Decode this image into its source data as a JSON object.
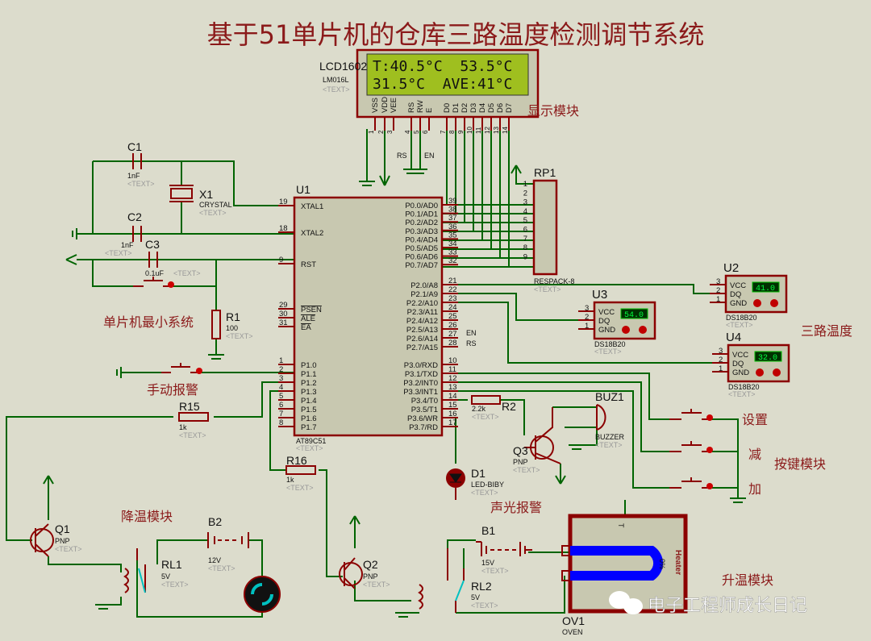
{
  "title": "基于51单片机的仓库三路温度检测调节系统",
  "colors": {
    "background": "#dcdccc",
    "wire": "#006400",
    "component": "#8b0000",
    "lcd_screen": "#9fbf1f",
    "heater": "#0000ff",
    "label": "#8b1a1a"
  },
  "lcd": {
    "ref": "LCD1602",
    "model": "LM016L",
    "text_ph": "<TEXT>",
    "line1": "T:40.5°C  53.5°C",
    "line2": "31.5°C  AVE:41°C",
    "pins": [
      "VSS",
      "VDD",
      "VEE",
      "RS",
      "RW",
      "E",
      "D0",
      "D1",
      "D2",
      "D3",
      "D4",
      "D5",
      "D6",
      "D7"
    ],
    "pin_numbers": [
      "1",
      "2",
      "3",
      "4",
      "5",
      "6",
      "7",
      "8",
      "9",
      "10",
      "11",
      "12",
      "13",
      "14"
    ],
    "net_rs": "RS",
    "net_en": "EN"
  },
  "mcu": {
    "ref": "U1",
    "model": "AT89C51",
    "text_ph": "<TEXT>",
    "left_pins": [
      [
        "XTAL1",
        "19"
      ],
      [
        "XTAL2",
        "18"
      ],
      [
        "RST",
        "9"
      ],
      [
        "PSEN",
        "29"
      ],
      [
        "ALE",
        "30"
      ],
      [
        "EA",
        "31"
      ],
      [
        "P1.0",
        "1"
      ],
      [
        "P1.1",
        "2"
      ],
      [
        "P1.2",
        "3"
      ],
      [
        "P1.3",
        "4"
      ],
      [
        "P1.4",
        "5"
      ],
      [
        "P1.5",
        "6"
      ],
      [
        "P1.6",
        "7"
      ],
      [
        "P1.7",
        "8"
      ]
    ],
    "right_pins": [
      [
        "P0.0/AD0",
        "39"
      ],
      [
        "P0.1/AD1",
        "38"
      ],
      [
        "P0.2/AD2",
        "37"
      ],
      [
        "P0.3/AD3",
        "36"
      ],
      [
        "P0.4/AD4",
        "35"
      ],
      [
        "P0.5/AD5",
        "34"
      ],
      [
        "P0.6/AD6",
        "33"
      ],
      [
        "P0.7/AD7",
        "32"
      ],
      [
        "P2.0/A8",
        "21"
      ],
      [
        "P2.1/A9",
        "22"
      ],
      [
        "P2.2/A10",
        "23"
      ],
      [
        "P2.3/A11",
        "24"
      ],
      [
        "P2.4/A12",
        "25"
      ],
      [
        "P2.5/A13",
        "26"
      ],
      [
        "P2.6/A14",
        "27"
      ],
      [
        "P2.7/A15",
        "28"
      ],
      [
        "P3.0/RXD",
        "10"
      ],
      [
        "P3.1/TXD",
        "11"
      ],
      [
        "P3.2/INT0",
        "12"
      ],
      [
        "P3.3/INT1",
        "13"
      ],
      [
        "P3.4/T0",
        "14"
      ],
      [
        "P3.5/T1",
        "15"
      ],
      [
        "P3.6/WR",
        "16"
      ],
      [
        "P3.7/RD",
        "17"
      ]
    ],
    "net_en": "EN",
    "net_rs": "RS"
  },
  "rp1": {
    "ref": "RP1",
    "model": "RESPACK-8",
    "text_ph": "<TEXT>",
    "pins": [
      "1",
      "2",
      "3",
      "4",
      "5",
      "6",
      "7",
      "8",
      "9"
    ]
  },
  "parts": {
    "c1": {
      "ref": "C1",
      "value": "1nF",
      "text_ph": "<TEXT>"
    },
    "c2": {
      "ref": "C2",
      "value": "1nF",
      "text_ph": "<TEXT>"
    },
    "c3": {
      "ref": "C3",
      "value": "0.1uF",
      "text_ph": "<TEXT>"
    },
    "x1": {
      "ref": "X1",
      "value": "CRYSTAL",
      "text_ph": "<TEXT>"
    },
    "r1": {
      "ref": "R1",
      "value": "100",
      "text_ph": "<TEXT>"
    },
    "r15": {
      "ref": "R15",
      "value": "1k",
      "text_ph": "<TEXT>"
    },
    "r16": {
      "ref": "R16",
      "value": "1k",
      "text_ph": "<TEXT>"
    },
    "r2": {
      "ref": "R2",
      "value": "2.2k",
      "text_ph": "<TEXT>"
    },
    "q1": {
      "ref": "Q1",
      "value": "PNP",
      "text_ph": "<TEXT>"
    },
    "q2": {
      "ref": "Q2",
      "value": "PNP",
      "text_ph": "<TEXT>"
    },
    "q3": {
      "ref": "Q3",
      "value": "PNP",
      "text_ph": "<TEXT>"
    },
    "buz1": {
      "ref": "BUZ1",
      "value": "BUZZER",
      "text_ph": "<TEXT>"
    },
    "d1": {
      "ref": "D1",
      "value": "LED-BIBY",
      "text_ph": "<TEXT>"
    },
    "rl1": {
      "ref": "RL1",
      "value": "5V",
      "text_ph": "<TEXT>"
    },
    "rl2": {
      "ref": "RL2",
      "value": "5V",
      "text_ph": "<TEXT>"
    },
    "b2": {
      "ref": "B2",
      "value": "12V",
      "text_ph": "<TEXT>"
    },
    "b1": {
      "ref": "B1",
      "value": "15V",
      "text_ph": "<TEXT>"
    },
    "ov1": {
      "ref": "OV1",
      "value": "OVEN",
      "text_ph": "<TEXT>",
      "heater_label": "Heater",
      "heater_percent": "0%",
      "t_label": "T"
    }
  },
  "sensors": [
    {
      "ref": "U2",
      "model": "DS18B20",
      "reading": "41.0",
      "text_ph": "<TEXT>"
    },
    {
      "ref": "U3",
      "model": "DS18B20",
      "reading": "54.0",
      "text_ph": "<TEXT>"
    },
    {
      "ref": "U4",
      "model": "DS18B20",
      "reading": "32.0",
      "text_ph": "<TEXT>"
    }
  ],
  "sensor_pins": [
    [
      "VCC",
      "3"
    ],
    [
      "DQ",
      "2"
    ],
    [
      "GND",
      "1"
    ]
  ],
  "labels": {
    "display": "显示模块",
    "min_system": "单片机最小系统",
    "manual_alarm": "手动报警",
    "cooling": "降温模块",
    "sound_light": "声光报警",
    "set": "设置",
    "minus": "减",
    "plus": "加",
    "keys": "按键模块",
    "three_temp": "三路温度",
    "heating": "升温模块"
  },
  "watermark": "电子工程师成长日记"
}
